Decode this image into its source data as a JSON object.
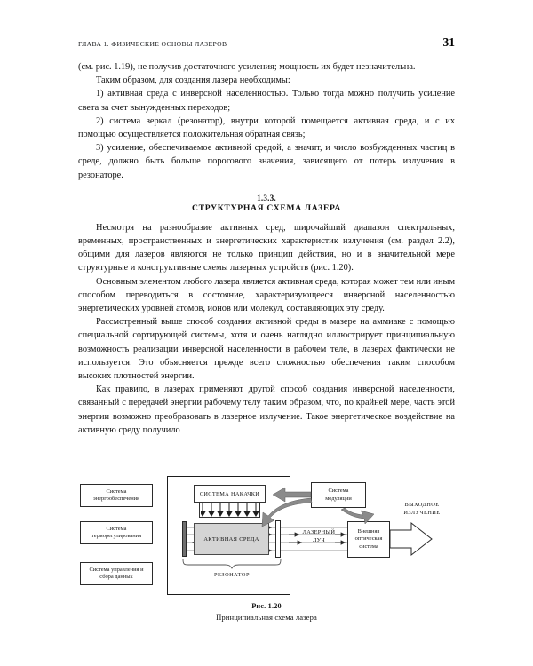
{
  "header": {
    "chapter_title": "ГЛАВА 1. ФИЗИЧЕСКИЕ ОСНОВЫ ЛАЗЕРОВ",
    "page_number": "31"
  },
  "body": {
    "p1": "(см. рис. 1.19), не получив достаточного усиления; мощность их будет незначительна.",
    "p2": "Таким образом, для создания лазера необходимы:",
    "p3": "1) активная среда с инверсной населенностью. Только тогда можно получить усиление света за счет вынужденных переходов;",
    "p4": "2) система зеркал (резонатор), внутри которой помещается активная среда, и с их помощью осуществляется положительная обратная связь;",
    "p5": "3) усиление, обеспечиваемое активной средой, а значит, и число возбужденных частиц в среде, должно быть больше порогового значения, зависящего от потерь излучения в резонаторе.",
    "p6": "Несмотря на разнообразие активных сред, широчайший диапазон спектральных, временных, пространственных и энергетических характеристик излучения (см. раздел 2.2), общими для лазеров являются не только принцип действия, но и в значительной мере структурные и конструктивные схемы лазерных устройств (рис. 1.20).",
    "p7": "Основным элементом любого лазера является активная среда, которая может тем или иным способом переводиться в состояние, характеризующееся инверсной населенностью энергетических уровней атомов, ионов или молекул, составляющих эту среду.",
    "p8": "Рассмотренный выше способ создания активной среды в мазере на аммиаке с помощью специальной сортирующей системы, хотя и очень наглядно иллюстрирует принципиальную возможность реализации инверсной населенности в рабочем теле, в лазерах фактически не используется. Это объясняется прежде всего сложностью обеспечения таким способом высоких плотностей энергии.",
    "p9": "Как правило, в лазерах применяют другой способ создания инверсной населенности, связанный с передачей энергии рабочему телу таким образом, что, по крайней мере, часть этой энергии возможно преобразовать в лазерное излучение. Такое энергетическое воздействие на активную среду получило"
  },
  "section": {
    "number": "1.3.3.",
    "title": "СТРУКТУРНАЯ СХЕМА ЛАЗЕРА"
  },
  "figure": {
    "caption_number": "Рис. 1.20",
    "caption_text": "Принципиальная схема лазера",
    "side_boxes": [
      "Система\nэнергообеспечения",
      "Система\nтерморегулирования",
      "Система управления и\nсбора данных"
    ],
    "pump_system": "СИСТЕМА НАКАЧКИ",
    "pump_arrow_count": 7,
    "active_medium": "АКТИВНАЯ СРЕДА",
    "resonator": "РЕЗОНАТОР",
    "modulation_system": "Система\nмодуляции",
    "laser_beam": "ЛАЗЕРНЫЙ\nЛУЧ",
    "external_optics": "Внешняя\nоптическая\nсистема",
    "output_radiation": "ВЫХОДНОЕ\nИЗЛУЧЕНИЕ",
    "colors": {
      "active_medium_fill": "#d4d4d4",
      "mirror_left_fill": "#6f6f6f",
      "mirror_right_fill": "#ffffff",
      "thick_arrow_fill": "#8a8a8a",
      "beam_line": "#9a9a9a",
      "frame_stroke": "#1d1d1d"
    }
  }
}
